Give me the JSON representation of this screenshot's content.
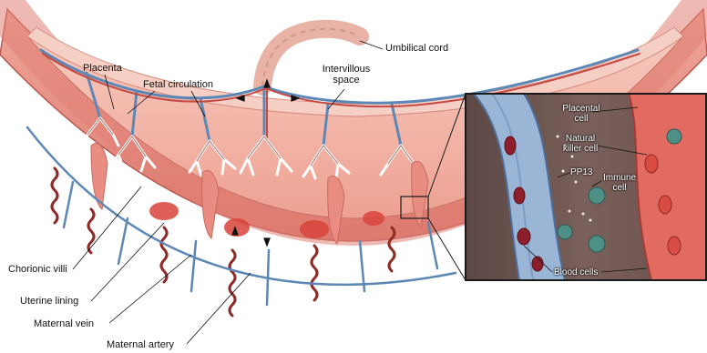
{
  "colors": {
    "uterine_wall": "#e98d83",
    "placenta_tissue": "#f2b4a8",
    "maternal_blood": "#c23b36",
    "fetal_vessel": "#5d87b5",
    "vein_inset": "#9bb5d6",
    "inset_border": "#1a1a1a"
  },
  "labels": {
    "umbilical_cord": "Umbilical cord",
    "placenta": "Placenta",
    "fetal_circulation": "Fetal circulation",
    "intervillous_space_line1": "Intervillous",
    "intervillous_space_line2": "space",
    "chorionic_villi": "Chorionic villi",
    "uterine_lining": "Uterine lining",
    "maternal_vein": "Maternal vein",
    "maternal_artery": "Maternal artery"
  },
  "inset_labels": {
    "placental_cell_line1": "Placental",
    "placental_cell_line2": "cell",
    "natural_killer_cell_line1": "Natural",
    "natural_killer_cell_line2": "killer cell",
    "pp13": "PP13",
    "immune_cell_line1": "Immune",
    "immune_cell_line2": "cell",
    "blood_cells": "Blood cells"
  }
}
